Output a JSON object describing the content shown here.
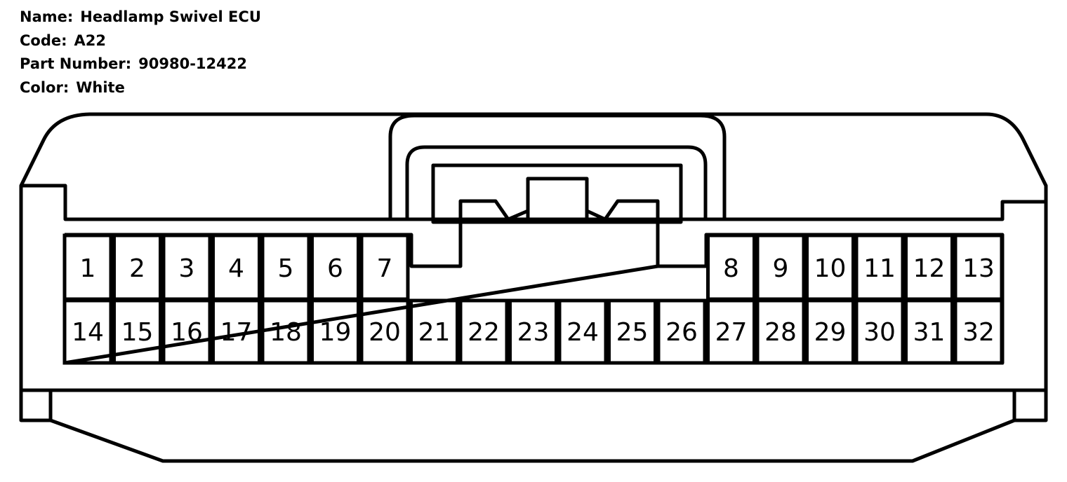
{
  "header": {
    "name_label": "Name:",
    "name_value": "Headlamp Swivel ECU",
    "code_label": "Code:",
    "code_value": "A22",
    "part_label": "Part Number:",
    "part_value": "90980-12422",
    "color_label": "Color:",
    "color_value": "White"
  },
  "connector": {
    "pins_top_left": [
      "1",
      "2",
      "3",
      "4",
      "5",
      "6",
      "7"
    ],
    "pins_top_right": [
      "8",
      "9",
      "10",
      "11",
      "12",
      "13"
    ],
    "pins_bottom": [
      "14",
      "15",
      "16",
      "17",
      "18",
      "19",
      "20",
      "21",
      "22",
      "23",
      "24",
      "25",
      "26",
      "27",
      "28",
      "29",
      "30",
      "31",
      "32"
    ]
  }
}
